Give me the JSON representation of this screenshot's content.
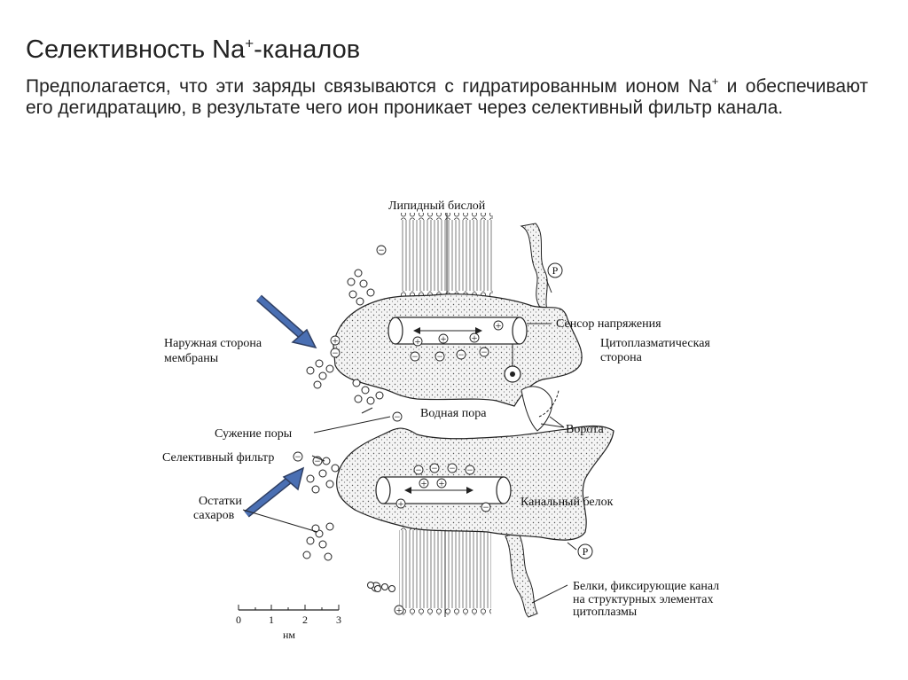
{
  "header": {
    "title_main": "Селективность Na",
    "title_sup": "+",
    "title_end": "-каналов"
  },
  "body_text": {
    "line_part1": "Предполагается, что эти заряды связываются с гидратированным ионом Na",
    "line_sup": "+",
    "line_part2": " и обеспечивают его дегидратацию, в результате чего ион проникает через селективный фильтр канала."
  },
  "diagram": {
    "labels": {
      "lipid_bilayer": "Липидный бислой",
      "voltage_sensor": "Сенсор напряжения",
      "outer_side_1": "Наружная сторона",
      "outer_side_2": "мембраны",
      "cytoplasmic_side_1": "Цитоплазматическая",
      "cytoplasmic_side_2": "сторона",
      "water_pore": "Водная пора",
      "pore_narrowing": "Сужение поры",
      "gate": "Ворота",
      "selective_filter": "Селективный фильтр",
      "sugar_residues_1": "Остатки",
      "sugar_residues_2": "сахаров",
      "channel_protein": "Канальный белок",
      "anchor_proteins_1": "Белки, фиксирующие канал",
      "anchor_proteins_2": "на структурных элементах",
      "anchor_proteins_3": "цитоплазмы",
      "phosphate_symbol": "P",
      "plus": "+",
      "minus": "−"
    },
    "scale_bar": {
      "ticks": [
        "0",
        "1",
        "2",
        "3"
      ],
      "unit": "нм"
    },
    "arrow_color": "#4a6fb3"
  }
}
